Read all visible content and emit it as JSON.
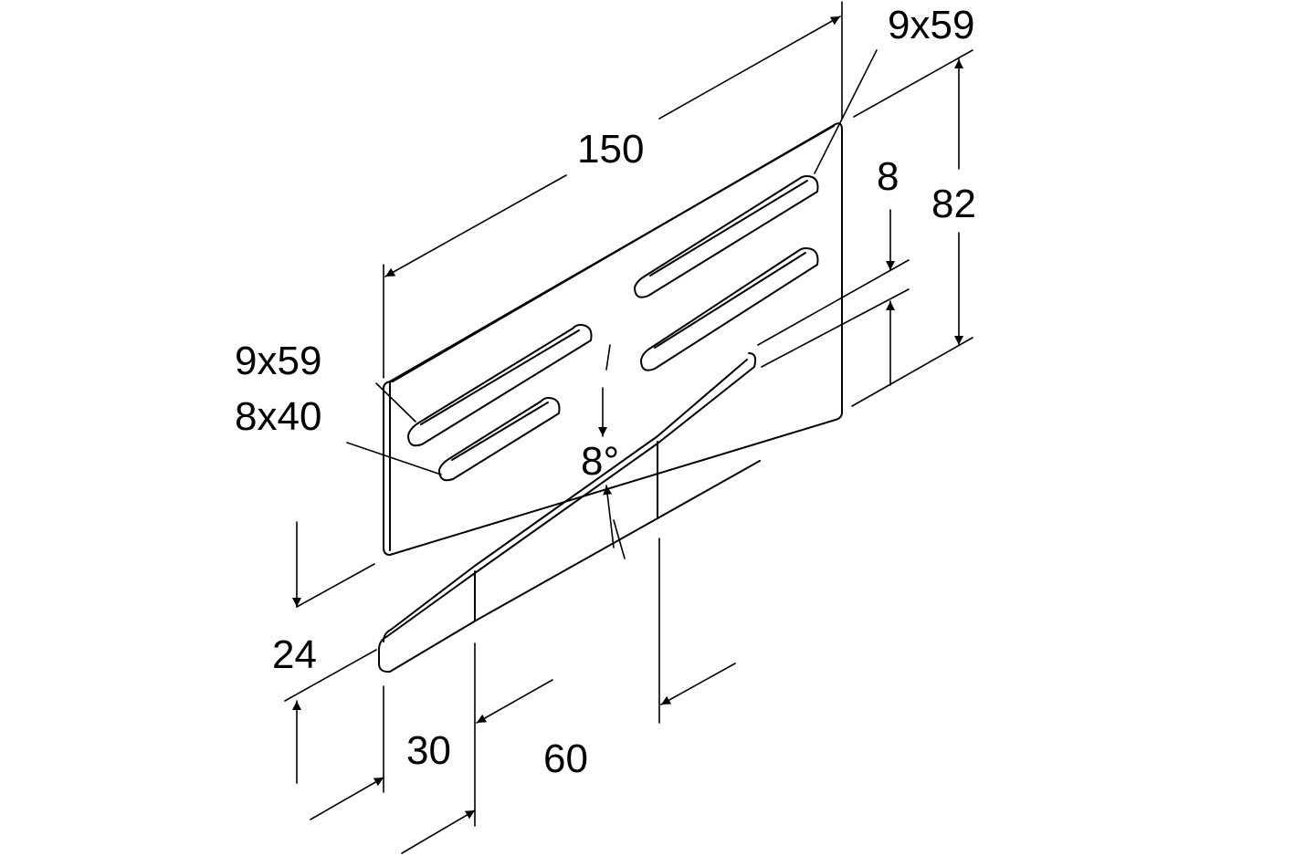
{
  "dimensions": {
    "length_total": "150",
    "height_total": "82",
    "slot_top_right": "9x59",
    "slot_left_upper": "9x59",
    "slot_left_lower": "8x40",
    "tab_gap": "8",
    "angle": "8°",
    "tab_height": "24",
    "tab_offset_1": "30",
    "tab_offset_2": "60"
  },
  "colors": {
    "stroke": "#000000",
    "background": "#ffffff"
  }
}
